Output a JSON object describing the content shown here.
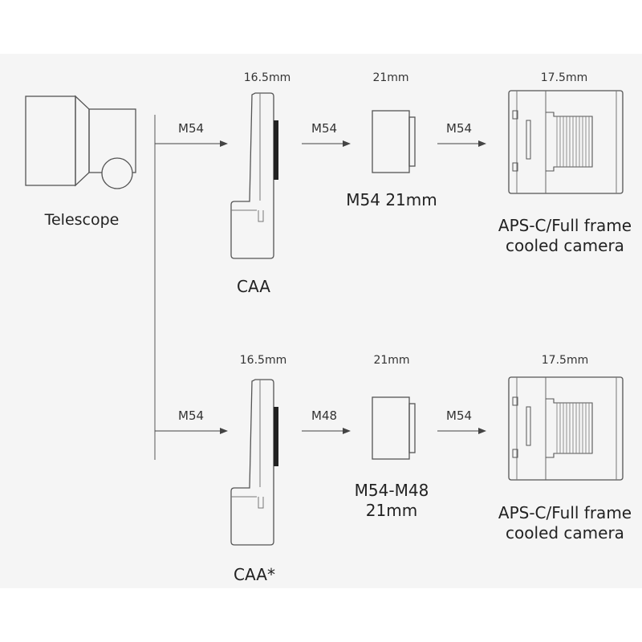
{
  "telescope": {
    "label": "Telescope"
  },
  "rows": [
    {
      "adapter_name": "CAA",
      "adapter_dim": "16.5mm",
      "link1": "M54",
      "link2": "M54",
      "spacer_dim": "21mm",
      "spacer_name": [
        "M54 21mm"
      ],
      "link3": "M54",
      "camera_dim": "17.5mm",
      "camera_name": [
        "APS-C/Full frame",
        "cooled camera"
      ]
    },
    {
      "adapter_name": "CAA*",
      "adapter_dim": "16.5mm",
      "link1": "M54",
      "link2": "M48",
      "spacer_dim": "21mm",
      "spacer_name": [
        "M54-M48",
        "21mm"
      ],
      "link3": "M54",
      "camera_dim": "17.5mm",
      "camera_name": [
        "APS-C/Full frame",
        "cooled camera"
      ]
    }
  ],
  "colors": {
    "stroke": "#555555",
    "background": "#f5f5f5",
    "text": "#222222"
  }
}
